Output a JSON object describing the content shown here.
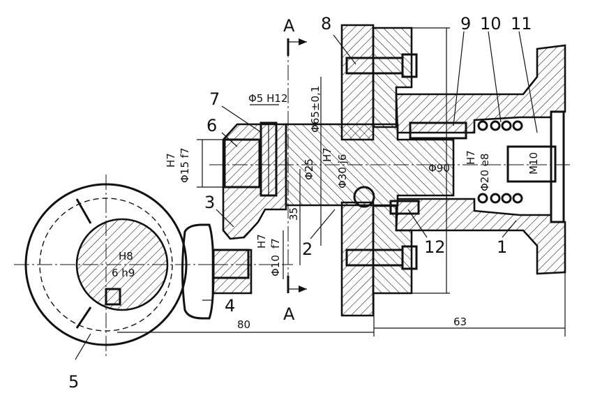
{
  "part_labels": {
    "p1": "1",
    "p2": "2",
    "p3": "3",
    "p4": "4",
    "p5": "5",
    "p6": "6",
    "p7": "7",
    "p8": "8",
    "p9": "9",
    "p10": "10",
    "p11": "11",
    "p12": "12"
  },
  "section_marks": {
    "top": "A",
    "bottom": "A"
  },
  "dimensions": {
    "pin_hole": "Φ5 H12",
    "flange_dia": "Φ65±0,1",
    "shaft_fit_h7": "H7",
    "shaft_fit_j6": "Φ30 j6",
    "bore_25": "Φ25",
    "end_fit_h7": "H7",
    "end_fit_f7": "Φ15 f7",
    "body_dia": "Φ90",
    "spring_fit_h7": "H7",
    "spring_fit_e8": "Φ20 e8",
    "thread": "M10",
    "dist_35": "35",
    "pin_fit_h7": "H7",
    "pin_fit_f7": "f7",
    "pin_dia": "Φ10",
    "key_h8": "H8",
    "key_h9": "6 h9",
    "len_80": "80",
    "len_63": "63"
  }
}
